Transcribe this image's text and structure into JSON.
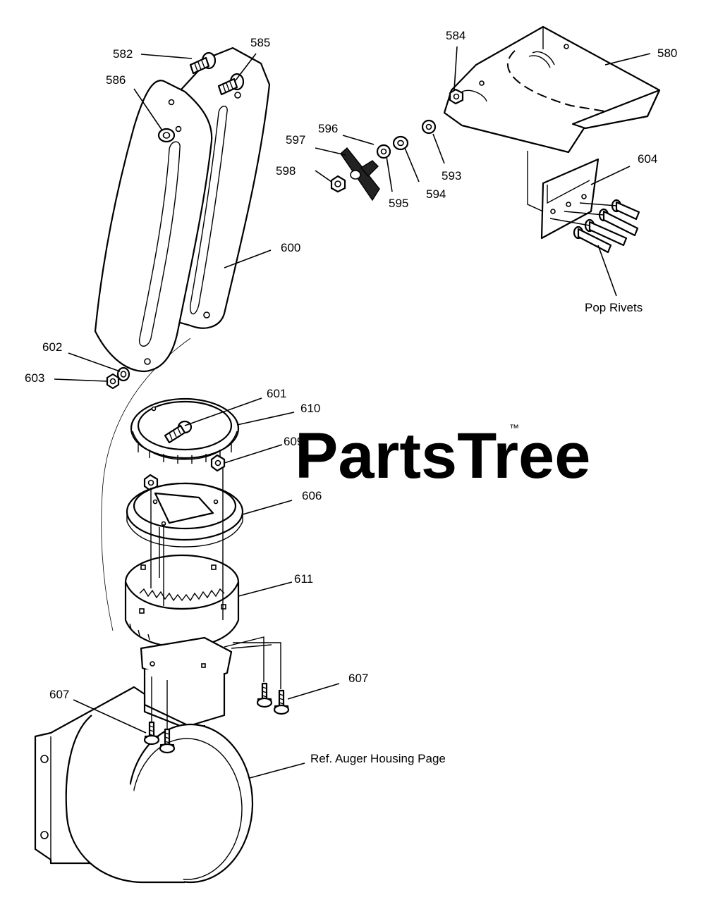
{
  "watermark": {
    "brand": "PartsTree",
    "trademark": "™"
  },
  "callouts": {
    "p580": "580",
    "p582": "582",
    "p584": "584",
    "p585": "585",
    "p586": "586",
    "p593": "593",
    "p594": "594",
    "p595": "595",
    "p596": "596",
    "p597": "597",
    "p598": "598",
    "p600": "600",
    "p601": "601",
    "p602": "602",
    "p603": "603",
    "p604": "604",
    "p606": "606",
    "p607a": "607",
    "p607b": "607",
    "p609": "609",
    "p610": "610",
    "p611": "611"
  },
  "notes": {
    "pop_rivets": "Pop Rivets",
    "ref_auger": "Ref. Auger Housing Page"
  }
}
